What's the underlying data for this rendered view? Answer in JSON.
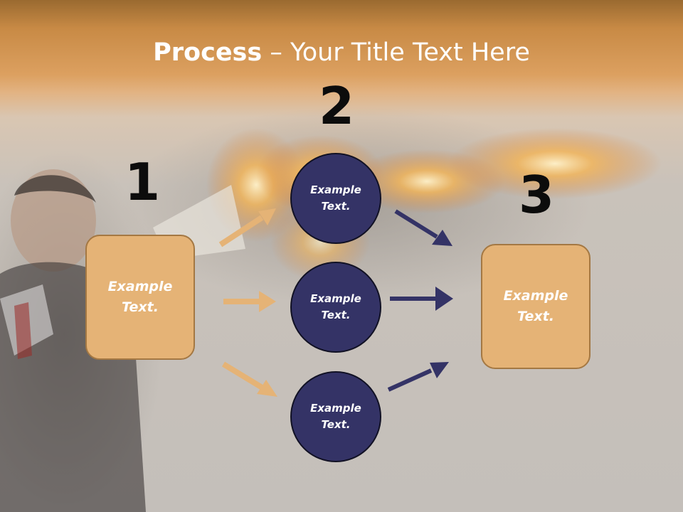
{
  "title": {
    "bold": "Process",
    "rest": " – Your Title Text Here"
  },
  "steps": [
    {
      "number": "1",
      "text": "Example Text."
    },
    {
      "number": "2",
      "items": [
        "Example Text.",
        "Example Text.",
        "Example Text."
      ]
    },
    {
      "number": "3",
      "text": "Example Text."
    }
  ],
  "colors": {
    "box": "#e5b376",
    "circle": "#343366",
    "arrow_left": "#e5b376",
    "arrow_right": "#343366"
  }
}
